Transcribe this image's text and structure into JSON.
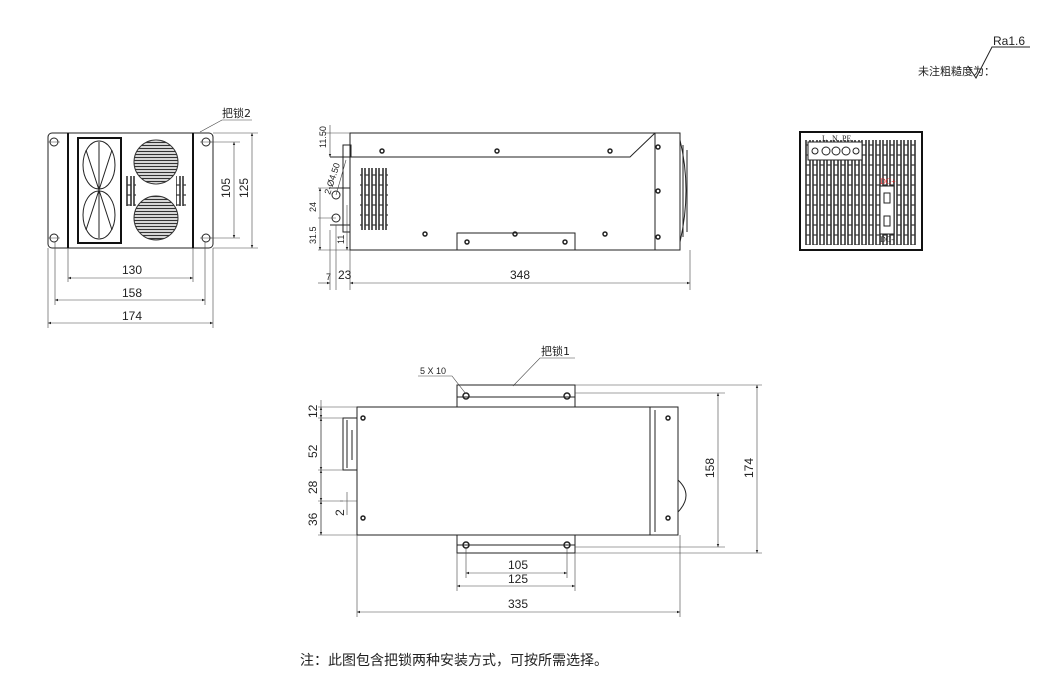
{
  "roughness": {
    "note": "未注粗糙度为：",
    "value": "Ra1.6"
  },
  "front_view": {
    "lock_label": "把锁2",
    "dims": {
      "w_inner": "130",
      "w_holes": "158",
      "w_total": "174",
      "h_holes": "105",
      "h_total": "125"
    }
  },
  "side_view": {
    "dims": {
      "top_gap": "11.50",
      "hole_spec": "2-Ø4.50",
      "hole_pitch": "24",
      "hole_to_bottom": "31.5",
      "offset_11": "11",
      "offset_7": "7",
      "offset_23": "23",
      "length": "348"
    }
  },
  "rear_view": {
    "terminals": [
      "L",
      "N",
      "PE"
    ],
    "dc_plus": "DC+",
    "dc_minus": "DC-"
  },
  "top_view": {
    "lock_label": "把锁1",
    "slot_spec": "5 X 10",
    "dims": {
      "d12": "12",
      "d52": "52",
      "d28": "28",
      "d36": "36",
      "d2": "2",
      "h_holes": "158",
      "h_total": "174",
      "w_holes": "105",
      "w_bracket": "125",
      "length": "335"
    }
  },
  "note": "注：此图包含把锁两种安装方式，可按所需选择。"
}
